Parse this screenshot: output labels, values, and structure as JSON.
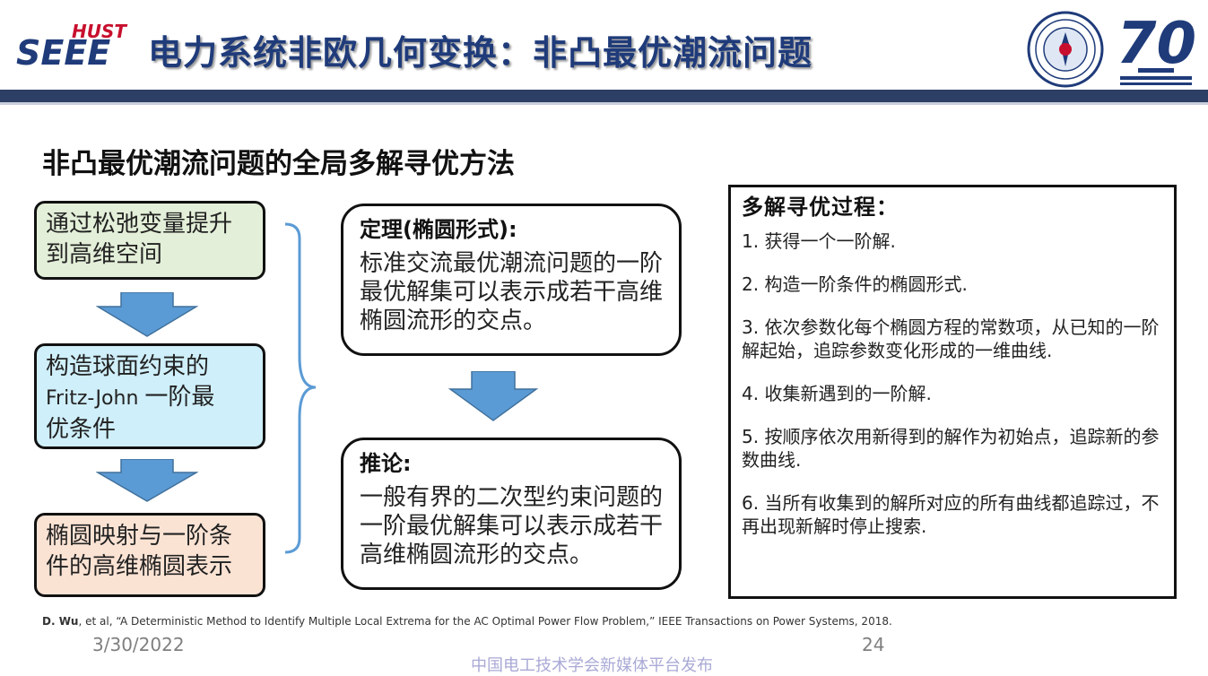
{
  "header": {
    "logo_text_top": "HUST",
    "logo_text_bottom": "SEEE",
    "title": "电力系统非欧几何变换：非凸最优潮流问题",
    "anniversary_number": "70"
  },
  "section_heading": "非凸最优潮流问题的全局多解寻优方法",
  "steps": [
    {
      "lines": [
        "通过松弛变量提升",
        "到高维空间"
      ]
    },
    {
      "line1": "构造球面约束的",
      "line2_latin": "Fritz-John ",
      "line2_cjk": "一阶最",
      "line3": "优条件"
    },
    {
      "lines": [
        "椭圆映射与一阶条",
        "件的高维椭圆表示"
      ]
    }
  ],
  "theorem": {
    "title": "定理(椭圆形式)",
    "colon": ":",
    "body": "标准交流最优潮流问题的一阶最优解集可以表示成若干高维椭圆流形的交点。"
  },
  "corollary": {
    "title": "推论",
    "colon": ":",
    "body": "一般有界的二次型约束问题的一阶最优解集可以表示成若干高维椭圆流形的交点。"
  },
  "process": {
    "title": "多解寻优过程：",
    "items": [
      "1. 获得一个一阶解.",
      "2. 构造一阶条件的椭圆形式.",
      "3. 依次参数化每个椭圆方程的常数项，从已知的一阶解起始，追踪参数变化形成的一维曲线.",
      "4. 收集新遇到的一阶解.",
      "5. 按顺序依次用新得到的解作为初始点，追踪新的参数曲线.",
      "6. 当所有收集到的解所对应的所有曲线都追踪过，不再出现新解时停止搜索."
    ]
  },
  "footer": {
    "reference_author": "D. Wu",
    "reference_rest": ", et al, “A Deterministic Method to Identify Multiple Local Extrema for the AC Optimal Power Flow Problem,” IEEE Transactions on Power Systems, 2018.",
    "date": "3/30/2022",
    "page_number": "24",
    "watermark": "中国电工技术学会新媒体平台发布"
  },
  "colors": {
    "title": "#1f3b7a",
    "header_bar": "#2e3f66",
    "arrow": "#5b9bd5",
    "brace": "#5b9bd5",
    "step1_bg": "#e3efd8",
    "step2_bg": "#cfeffa",
    "step3_bg": "#fbe3d4"
  },
  "icons": [
    "hust-seee-logo",
    "university-emblem-icon",
    "70th-anniversary-icon",
    "down-arrow-icon",
    "curly-brace-icon"
  ]
}
